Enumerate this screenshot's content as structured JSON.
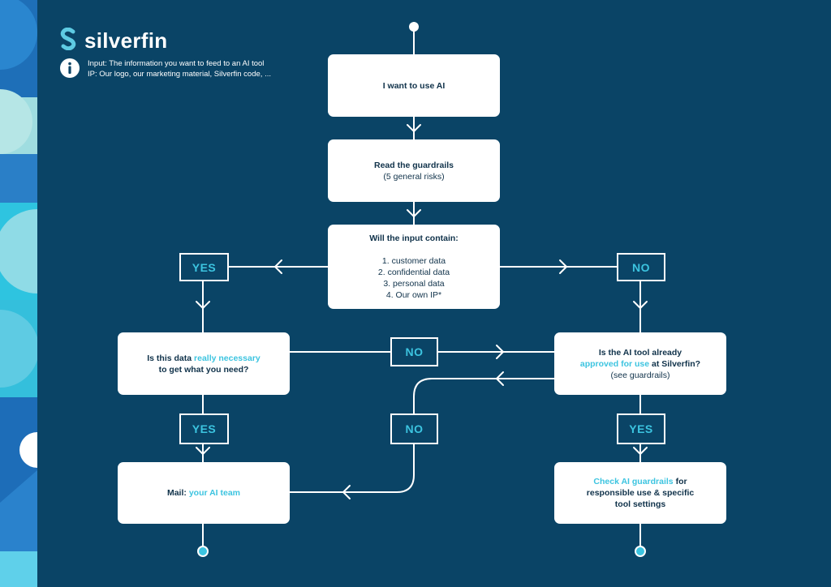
{
  "brand": {
    "name": "silverfin"
  },
  "info": {
    "line1": "Input: The information you want to feed to an AI tool",
    "line2": "IP: Our logo, our marketing material, Silverfin code, ..."
  },
  "nodes": {
    "start": {
      "text": "I want to use AI"
    },
    "guardrails": {
      "line1": "Read the guardrails",
      "line2": "(5 general risks)"
    },
    "input_question": {
      "title": "Will the input contain:",
      "items": [
        "1. customer data",
        "2. confidential data",
        "3. personal data",
        "4. Our own IP*"
      ]
    },
    "necessary": {
      "pre": "Is this data ",
      "highlight": "really necessary",
      "post": "to get what you need?"
    },
    "approved": {
      "line1": "Is the AI tool already",
      "highlight": "approved for use",
      "post": " at Silverfin?",
      "line3": "(see guardrails)"
    },
    "mail": {
      "pre": "Mail: ",
      "highlight": "your AI team"
    },
    "check": {
      "highlight": "Check AI guardrails",
      "post": " for",
      "line2": "responsible use & specific",
      "line3": "tool settings"
    }
  },
  "labels": {
    "yes_top": "YES",
    "no_top": "NO",
    "no_middle": "NO",
    "yes_left": "YES",
    "no_bottom": "NO",
    "yes_right": "YES"
  },
  "colors": {
    "background": "#0a4466",
    "accent": "#3cc4e0",
    "box": "#ffffff",
    "text": "#10324a"
  }
}
